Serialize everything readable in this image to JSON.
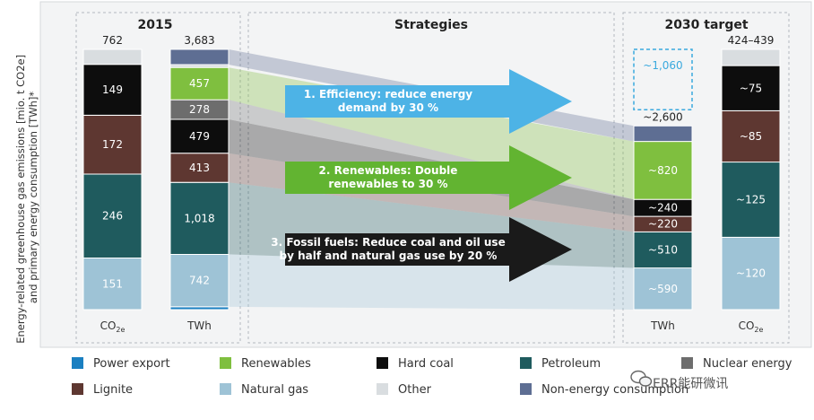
{
  "chart_data": {
    "type": "bar",
    "stacked": true,
    "ylabel": "Energy-related greenhouse gas emissions [mio. t CO2e] and primary energy consumption [TWh]*",
    "panels": [
      {
        "key": "p2015",
        "title": "2015"
      },
      {
        "key": "pstrat",
        "title": "Strategies"
      },
      {
        "key": "p2030",
        "title": "2030 target"
      }
    ],
    "bars": [
      {
        "key": "co2_2015",
        "panel": "p2015",
        "category": "CO2e",
        "total_label": "762",
        "segments": [
          {
            "series": "Natural gas",
            "value": 151,
            "label": "151"
          },
          {
            "series": "Petroleum",
            "value": 246,
            "label": "246"
          },
          {
            "series": "Lignite",
            "value": 172,
            "label": "172"
          },
          {
            "series": "Hard coal",
            "value": 149,
            "label": "149"
          },
          {
            "series": "Other",
            "value": 44,
            "label": ""
          }
        ]
      },
      {
        "key": "twh_2015",
        "panel": "p2015",
        "category": "TWh",
        "total_label": "3,683",
        "segments": [
          {
            "series": "Power export",
            "value": 40,
            "label": ""
          },
          {
            "series": "Natural gas",
            "value": 742,
            "label": "742"
          },
          {
            "series": "Petroleum",
            "value": 1018,
            "label": "1,018"
          },
          {
            "series": "Lignite",
            "value": 413,
            "label": "413"
          },
          {
            "series": "Hard coal",
            "value": 479,
            "label": "479"
          },
          {
            "series": "Nuclear energy",
            "value": 278,
            "label": "278"
          },
          {
            "series": "Renewables",
            "value": 457,
            "label": "457"
          },
          {
            "series": "Other",
            "value": 40,
            "label": ""
          },
          {
            "series": "Non-energy consumption",
            "value": 216,
            "label": ""
          }
        ]
      },
      {
        "key": "twh_2030",
        "panel": "p2030",
        "category": "TWh",
        "total_label": "~2,600",
        "reduction_label": "~1,060",
        "segments": [
          {
            "series": "Natural gas",
            "value": 590,
            "label": "~590"
          },
          {
            "series": "Petroleum",
            "value": 510,
            "label": "~510"
          },
          {
            "series": "Lignite",
            "value": 220,
            "label": "~220"
          },
          {
            "series": "Hard coal",
            "value": 240,
            "label": "~240"
          },
          {
            "series": "Renewables",
            "value": 820,
            "label": "~820"
          },
          {
            "series": "Non-energy consumption",
            "value": 220,
            "label": ""
          }
        ]
      },
      {
        "key": "co2_2030",
        "panel": "p2030",
        "category": "CO2e",
        "total_label": "424–439",
        "segments": [
          {
            "series": "Natural gas",
            "value": 120,
            "label": "~120"
          },
          {
            "series": "Petroleum",
            "value": 125,
            "label": "~125"
          },
          {
            "series": "Lignite",
            "value": 85,
            "label": "~85"
          },
          {
            "series": "Hard coal",
            "value": 75,
            "label": "~75"
          },
          {
            "series": "Other",
            "value": 27,
            "label": ""
          }
        ]
      }
    ],
    "strategies": [
      {
        "key": "efficiency",
        "lines": [
          "1. Efficiency: reduce energy",
          "demand by 30 %"
        ],
        "color": "#4db3e6"
      },
      {
        "key": "renewables",
        "lines": [
          "2. Renewables: Double",
          "renewables to 30 %"
        ],
        "color": "#62b431"
      },
      {
        "key": "fossil",
        "lines": [
          "3. Fossil fuels: Reduce coal and oil use",
          "by half and natural gas use by 20 %"
        ],
        "color": "#1a1a1a"
      }
    ],
    "legend": [
      {
        "name": "Power export",
        "color": "#1a7fc1"
      },
      {
        "name": "Renewables",
        "color": "#7fbf3f"
      },
      {
        "name": "Hard coal",
        "color": "#0d0d0d"
      },
      {
        "name": "Petroleum",
        "color": "#1f5b5e"
      },
      {
        "name": "Nuclear energy",
        "color": "#6d6d6d"
      },
      {
        "name": "Lignite",
        "color": "#5e3731"
      },
      {
        "name": "Natural gas",
        "color": "#9ec3d6"
      },
      {
        "name": "Other",
        "color": "#d9dde0"
      },
      {
        "name": "Non-energy consumption",
        "color": "#5e6e93"
      }
    ]
  },
  "watermark": {
    "text": "ERR能研微讯",
    "icon": "wechat-icon"
  }
}
